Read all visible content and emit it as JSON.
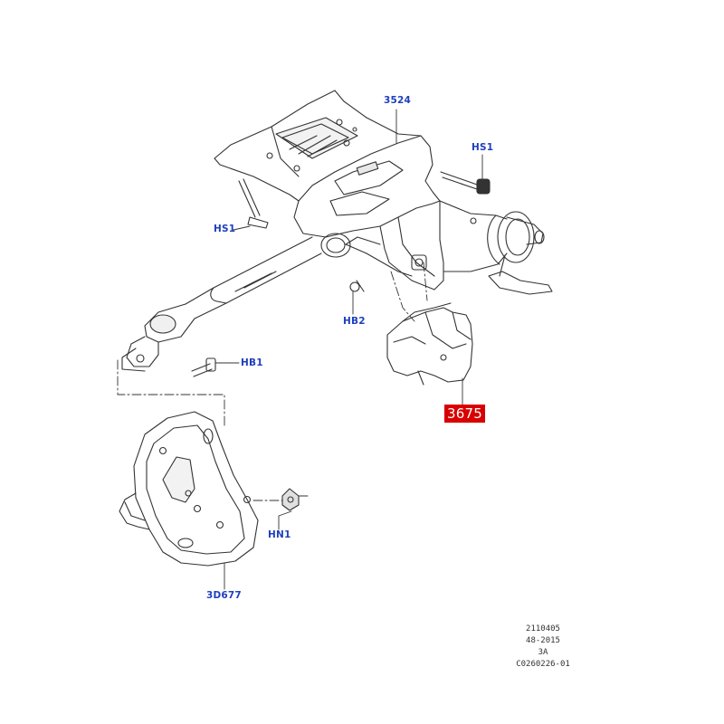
{
  "title": "",
  "parts": [
    {
      "id": "part-3524",
      "label": "3524",
      "highlighted": false
    },
    {
      "id": "part-hs1-right",
      "label": "HS1",
      "highlighted": false
    },
    {
      "id": "part-hs1-left",
      "label": "HS1",
      "highlighted": false
    },
    {
      "id": "part-hb2",
      "label": "HB2",
      "highlighted": false
    },
    {
      "id": "part-hb1",
      "label": "HB1",
      "highlighted": false
    },
    {
      "id": "part-3675",
      "label": "3675",
      "highlighted": true
    },
    {
      "id": "part-hn1",
      "label": "HN1",
      "highlighted": false
    },
    {
      "id": "part-3d677",
      "label": "3D677",
      "highlighted": false
    }
  ],
  "reference": {
    "line1": "2110405",
    "line2": "48-2015",
    "line3": "3A",
    "line4": "C0260226-01"
  },
  "colors": {
    "callout_text": "#1f3fbf",
    "highlight_bg": "#d80000",
    "line_art": "#333333"
  }
}
